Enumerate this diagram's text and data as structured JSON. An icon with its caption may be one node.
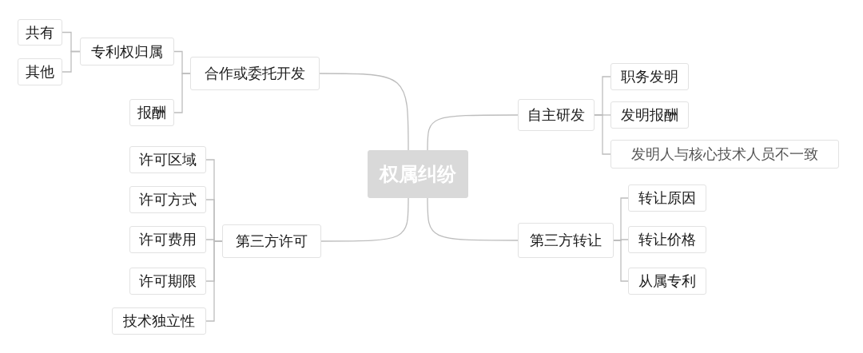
{
  "diagram": {
    "nodes": [
      {
        "text": [
          "权属纠纷"
        ]
      },
      {
        "text": [
          "合作或委托开发"
        ]
      },
      {
        "text": [
          "专利权归属"
        ]
      },
      {
        "text": [
          "共有"
        ]
      },
      {
        "text": [
          "其他"
        ]
      },
      {
        "text": [
          "报酬"
        ]
      },
      {
        "text": [
          "第三方许可"
        ]
      },
      {
        "text": [
          "许可区域"
        ]
      },
      {
        "text": [
          "许可方式"
        ]
      },
      {
        "text": [
          "许可费用"
        ]
      },
      {
        "text": [
          "许可期限"
        ]
      },
      {
        "text": [
          "技术独立性"
        ]
      },
      {
        "text": [
          "自主研发"
        ]
      },
      {
        "text": [
          "职务发明"
        ]
      },
      {
        "text": [
          "发明报酬"
        ]
      },
      {
        "text": [
          "发明人与核心技术人员不一致"
        ]
      },
      {
        "text": [
          "第三方转让"
        ]
      },
      {
        "text": [
          "转让原因"
        ]
      },
      {
        "text": [
          "转让价格"
        ]
      },
      {
        "text": [
          "从属专利"
        ]
      }
    ],
    "edges": [
      {
        "from": 0,
        "to": 1,
        "arrow": "none"
      },
      {
        "from": 1,
        "to": 2,
        "arrow": "none"
      },
      {
        "from": 2,
        "to": 3,
        "arrow": "none"
      },
      {
        "from": 2,
        "to": 4,
        "arrow": "none"
      },
      {
        "from": 1,
        "to": 5,
        "arrow": "none"
      },
      {
        "from": 0,
        "to": 6,
        "arrow": "none"
      },
      {
        "from": 6,
        "to": 7,
        "arrow": "none"
      },
      {
        "from": 6,
        "to": 8,
        "arrow": "none"
      },
      {
        "from": 6,
        "to": 9,
        "arrow": "none"
      },
      {
        "from": 6,
        "to": 10,
        "arrow": "none"
      },
      {
        "from": 6,
        "to": 11,
        "arrow": "none"
      },
      {
        "from": 0,
        "to": 12,
        "arrow": "none"
      },
      {
        "from": 12,
        "to": 13,
        "arrow": "none"
      },
      {
        "from": 12,
        "to": 14,
        "arrow": "none"
      },
      {
        "from": 12,
        "to": 15,
        "arrow": "none"
      },
      {
        "from": 0,
        "to": 16,
        "arrow": "none"
      },
      {
        "from": 16,
        "to": 17,
        "arrow": "none"
      },
      {
        "from": 16,
        "to": 18,
        "arrow": "none"
      },
      {
        "from": 16,
        "to": 19,
        "arrow": "none"
      }
    ]
  }
}
